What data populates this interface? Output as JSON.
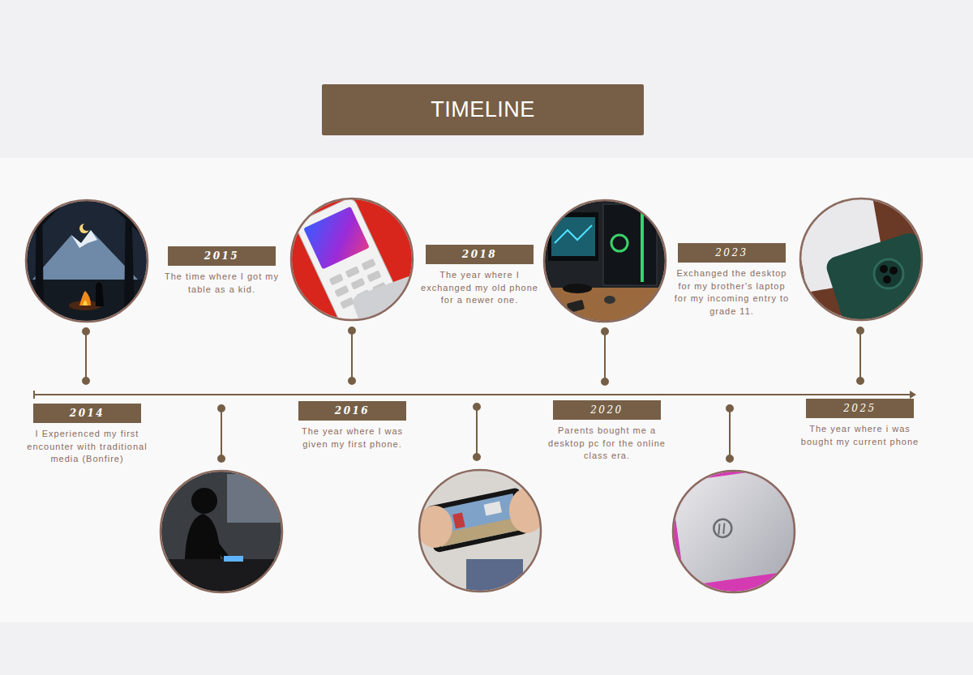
{
  "diagram": {
    "title": "TIMELINE",
    "nodes": [
      {
        "text": [
          "2014",
          "I Experienced my first encounter with traditional media (Bonfire)"
        ]
      },
      {
        "text": [
          "2015",
          "The time where I got my table as a kid."
        ]
      },
      {
        "text": [
          "2016",
          "The year where I was given my first phone."
        ]
      },
      {
        "text": [
          "2018",
          "The year where I exchanged my old phone for a newer one."
        ]
      },
      {
        "text": [
          "2020",
          "Parents bought me a desktop pc for the online class era."
        ]
      },
      {
        "text": [
          "2023",
          "Exchanged the desktop for my brother's laptop for my incoming entry to grade 11."
        ]
      },
      {
        "text": [
          "2025",
          "The year where i was bought my current phone"
        ]
      }
    ]
  }
}
